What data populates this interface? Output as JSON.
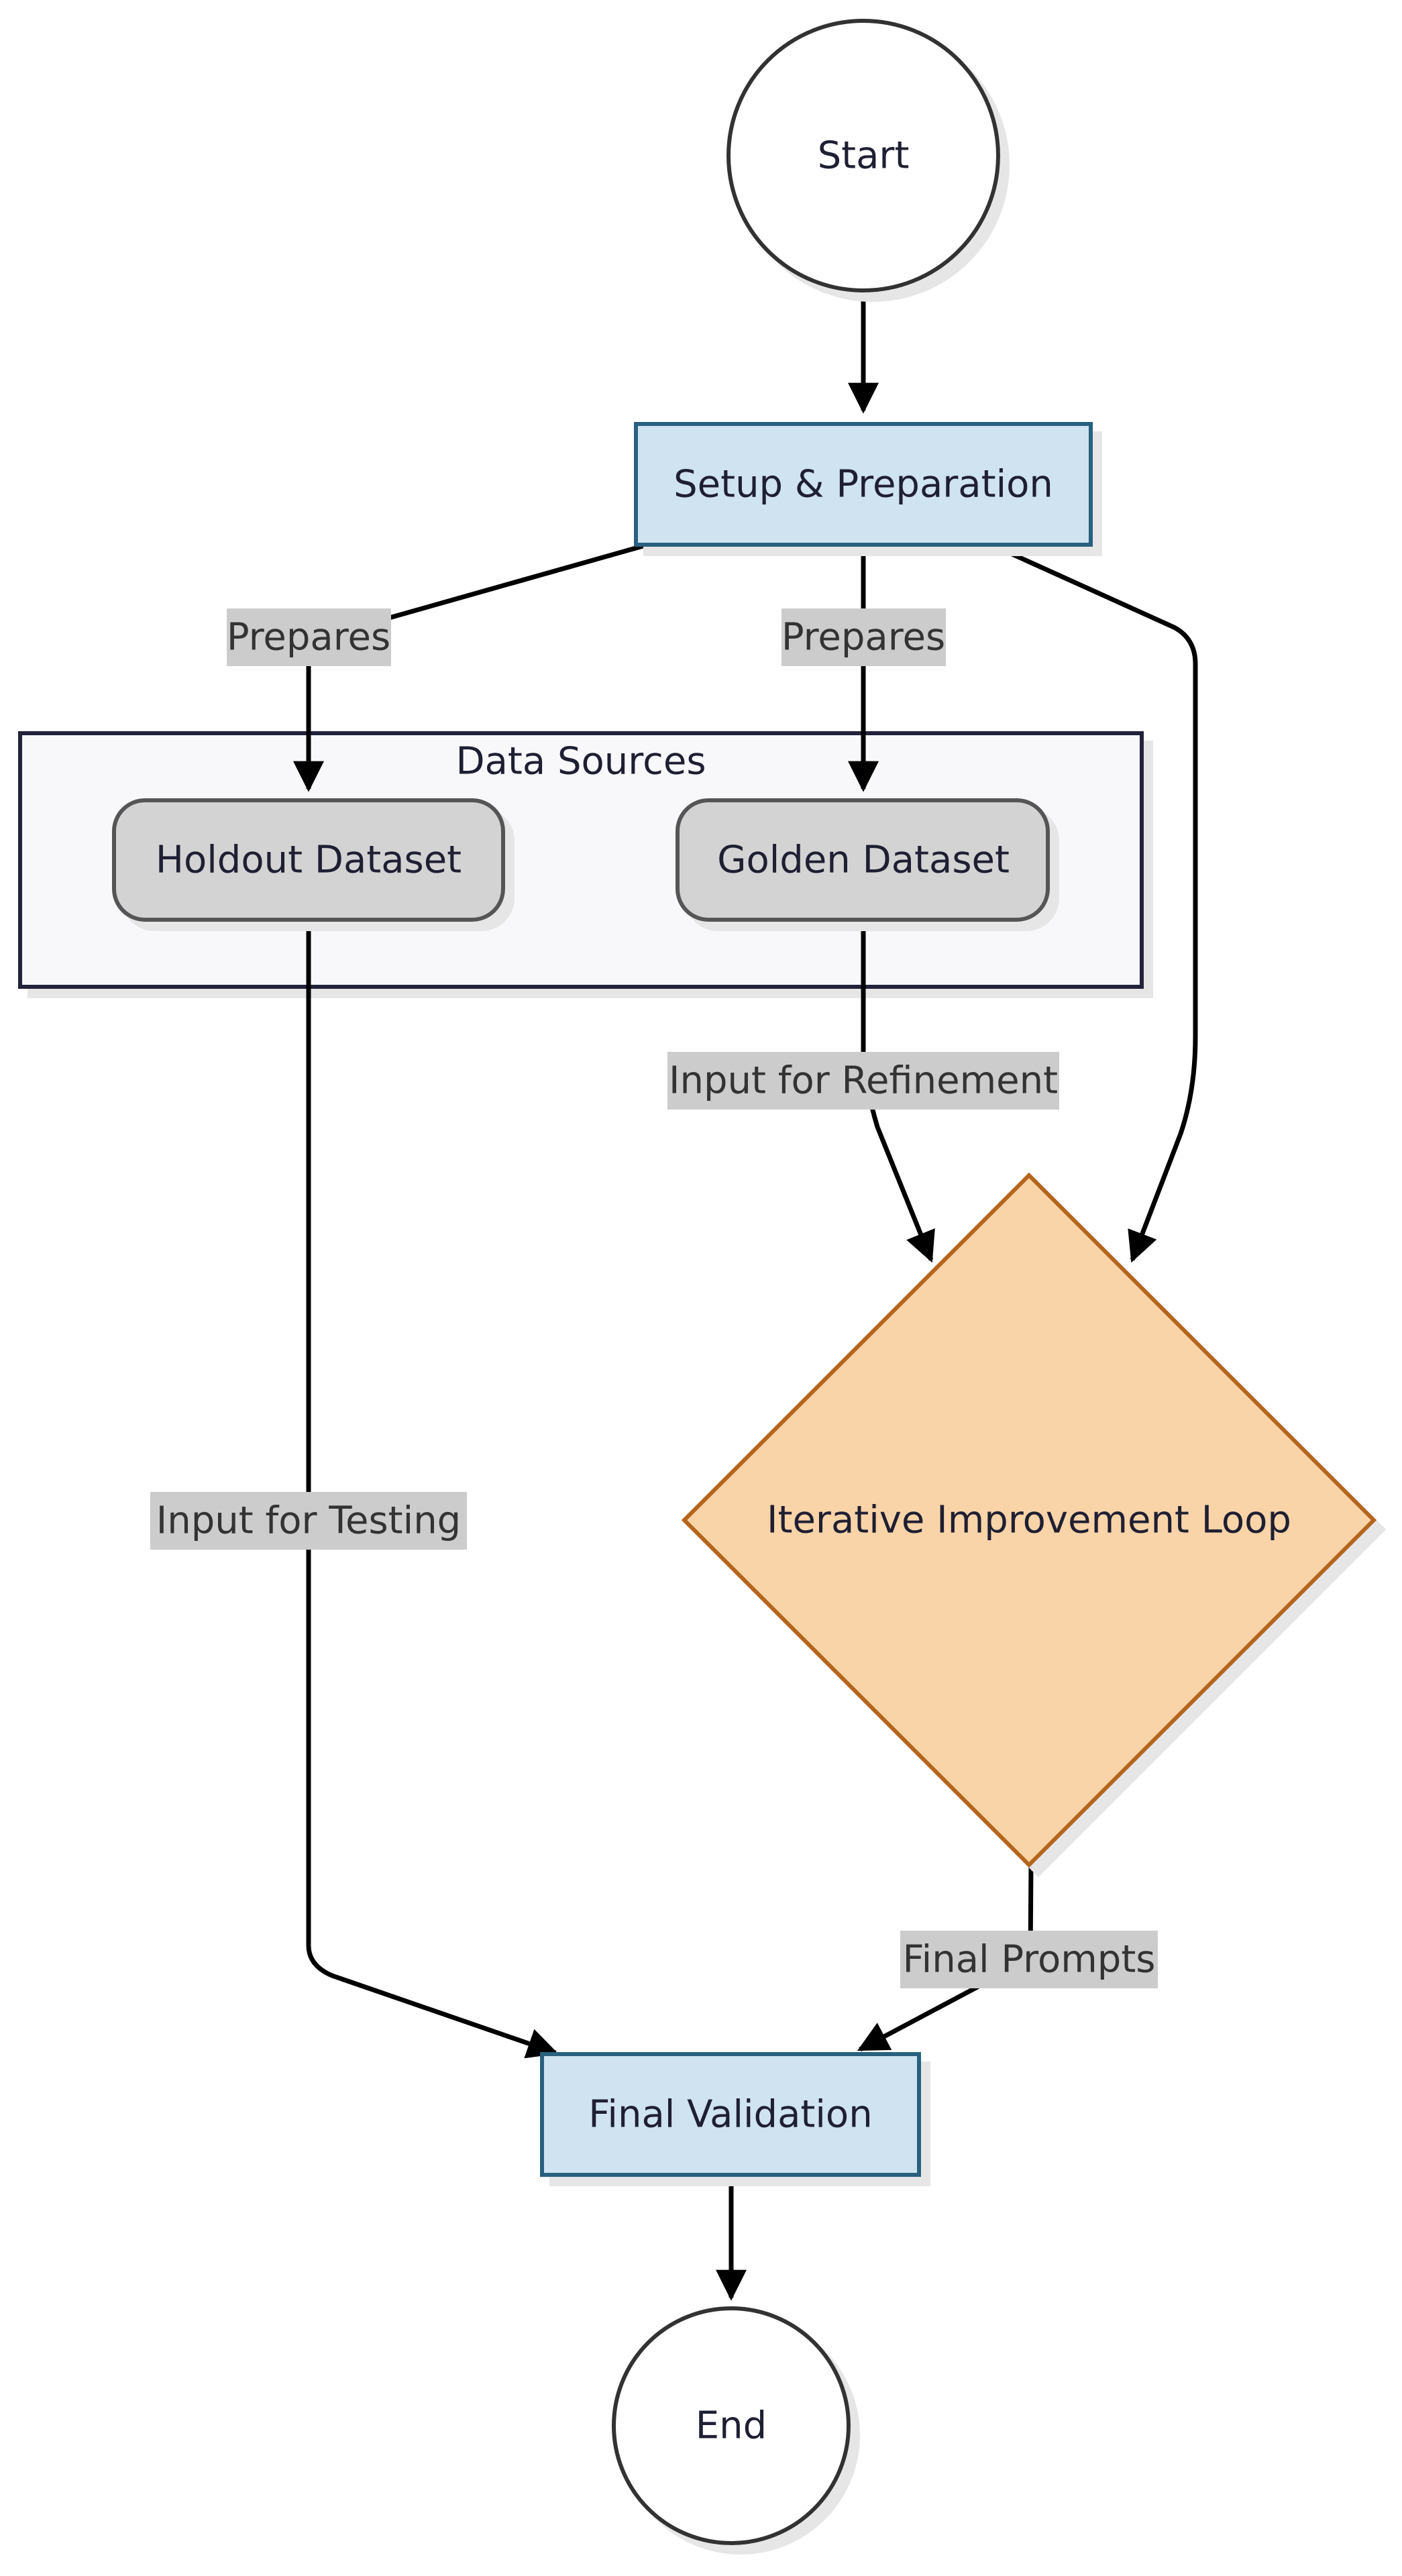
{
  "nodes": {
    "start": "Start",
    "setup": "Setup & Preparation",
    "holdout": "Holdout Dataset",
    "golden": "Golden Dataset",
    "loop": "Iterative Improvement Loop",
    "validation": "Final Validation",
    "end": "End"
  },
  "group": {
    "data_sources": "Data Sources"
  },
  "edges": {
    "prepares_holdout": "Prepares",
    "prepares_golden": "Prepares",
    "input_refinement": "Input for Refinement",
    "input_testing": "Input for Testing",
    "final_prompts": "Final Prompts"
  },
  "colors": {
    "process_fill": "#cfe3f0",
    "process_stroke": "#2a607f",
    "dataset_fill": "#d3d3d3",
    "dataset_stroke": "#555555",
    "decision_fill": "#f9d4a8",
    "decision_stroke": "#b4661c",
    "group_fill": "#f8f8fb",
    "group_stroke": "#22223a",
    "edge_label_bg": "#cccccc"
  }
}
